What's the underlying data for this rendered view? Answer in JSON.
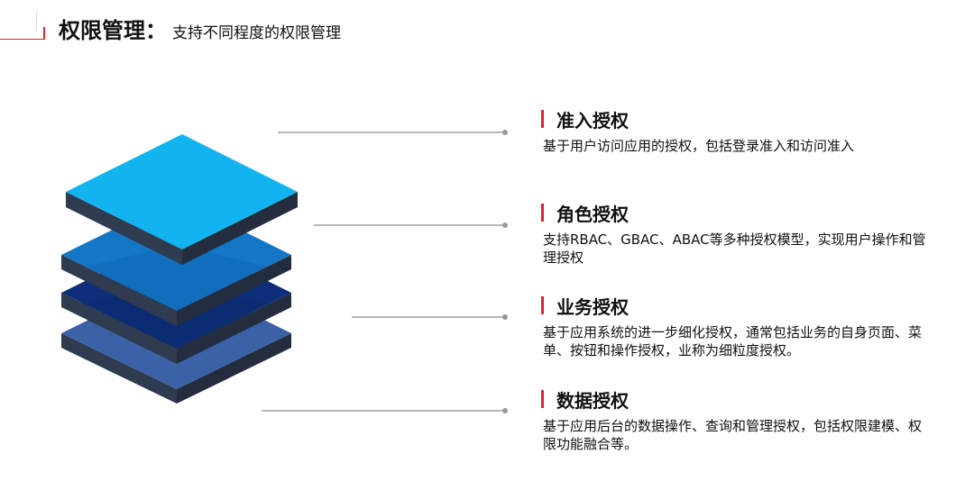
{
  "header": {
    "title": "权限管理",
    "colon": "：",
    "subtitle": "支持不同程度的权限管理"
  },
  "layers": [
    {
      "name": "access-layer",
      "top_color": "#12b4ef",
      "mid_color": "#12b4ef"
    },
    {
      "name": "role-layer",
      "top_color": "#1379c8",
      "mid_color": "#1a86d4"
    },
    {
      "name": "business-layer",
      "top_color": "#0b2f7c",
      "mid_color": "#102f7a"
    },
    {
      "name": "data-layer",
      "top_color": "#3b62a6",
      "mid_color": "#3b62a6"
    }
  ],
  "sections": [
    {
      "title": "准入授权",
      "desc": "基于用户访问应用的授权，包括登录准入和访问准入"
    },
    {
      "title": "角色授权",
      "desc": "支持RBAC、GBAC、ABAC等多种授权模型，实现用户操作和管理授权"
    },
    {
      "title": "业务授权",
      "desc": "基于应用系统的进一步细化授权，通常包括业务的自身页面、菜单、按钮和操作授权，业称为细粒度授权。"
    },
    {
      "title": "数据授权",
      "desc": "基于应用后台的数据操作、查询和管理授权，包括权限建模、权限功能融合等。"
    }
  ],
  "colors": {
    "accent": "#d9252e",
    "side_left": "#2f3b4f",
    "side_right": "#232d3d",
    "connector": "#999999"
  }
}
